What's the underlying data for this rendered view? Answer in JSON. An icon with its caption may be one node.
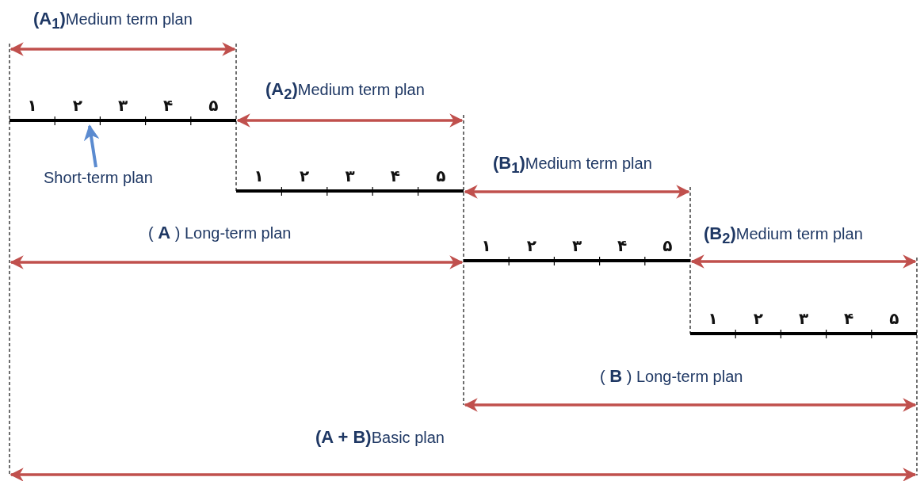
{
  "diagram": {
    "nodes": [
      {
        "text": [
          "Short-term plan"
        ]
      },
      {
        "text": [],
        "shape": "bar"
      },
      {
        "text": [],
        "shape": "bar"
      },
      {
        "text": [],
        "shape": "bar"
      },
      {
        "text": [],
        "shape": "bar"
      }
    ],
    "edges": [
      {
        "from": 0,
        "to": 1,
        "arrow": "to"
      }
    ],
    "labels": [
      "**(A$_{1}$)**Medium term plan",
      "۱",
      "۲",
      "۳",
      "۴",
      "۵",
      "**(A$_{2}$)**Medium term plan",
      "۱",
      "۲",
      "۳",
      "۴",
      "۵",
      "**(B$_{1}$)**Medium term plan",
      "( **A** ) Long-term plan",
      "۱",
      "۲",
      "۳",
      "۴",
      "۵",
      "**(B$_{2}$)**Medium term plan",
      "۱",
      "۲",
      "۳",
      "۴",
      "۵",
      "( **B** ) Long-term plan",
      "**(A + B)**Basic plan"
    ]
  }
}
